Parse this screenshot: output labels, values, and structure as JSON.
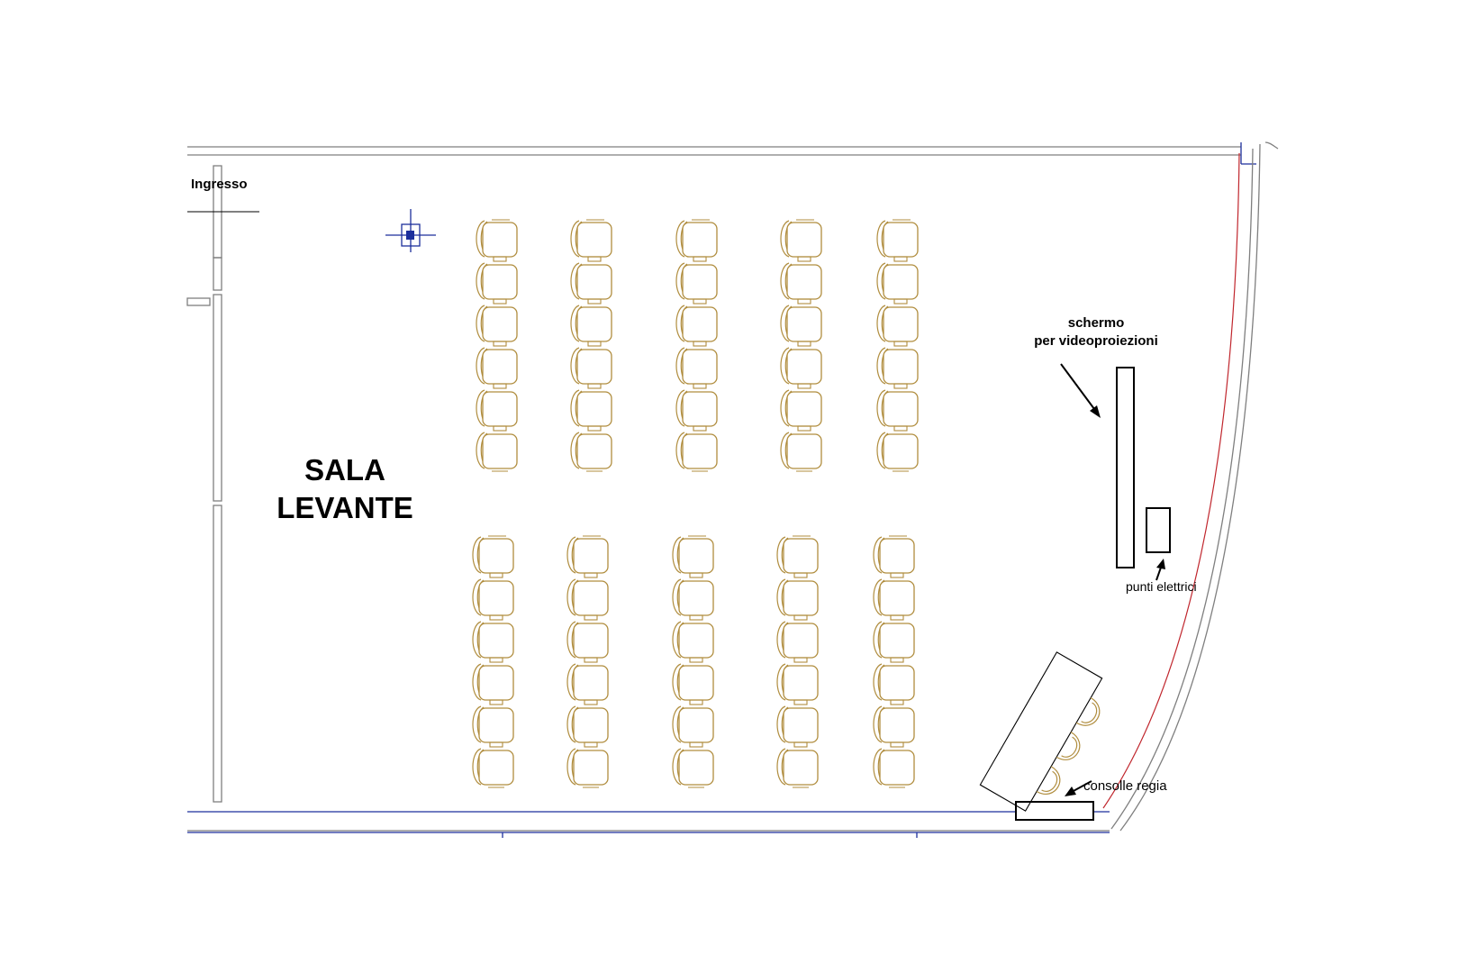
{
  "plan": {
    "room_name_line1": "SALA",
    "room_name_line2": "LEVANTE",
    "entrance_label": "Ingresso",
    "screen_label_line1": "schermo",
    "screen_label_line2": "per videoproiezioni",
    "power_label": "punti elettrici",
    "console_label": "consolle regia"
  },
  "seating": {
    "blocks": 2,
    "columns_per_block": 5,
    "chairs_per_column": 6
  },
  "colors": {
    "chair": "#b08d3e",
    "wall": "#7f7f7f",
    "wall_blue": "#1c2f9c",
    "wall_red": "#c0262d",
    "text": "#000000"
  },
  "icons": [
    "crosshair-marker-icon",
    "chair-icon",
    "console-chair-icon",
    "arrow-icon"
  ]
}
